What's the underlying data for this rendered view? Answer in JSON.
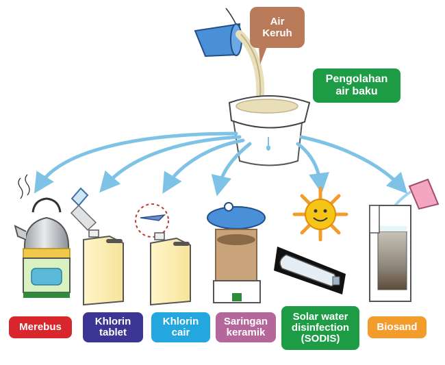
{
  "source_box": {
    "line1": "Air",
    "line2": "Keruh",
    "color": "#b97a5a"
  },
  "title_box": {
    "line1": "Pengolahan",
    "line2": "air baku",
    "color": "#1e9b45"
  },
  "arrow_color": "#7ec3e6",
  "methods": [
    {
      "id": "merebus",
      "line1": "Merebus",
      "line2": "",
      "line3": "",
      "color": "#d7262c"
    },
    {
      "id": "khlorin-tablet",
      "line1": "Khlorin",
      "line2": "tablet",
      "line3": "",
      "color": "#3b3593"
    },
    {
      "id": "khlorin-cair",
      "line1": "Khlorin",
      "line2": "cair",
      "line3": "",
      "color": "#24a6df"
    },
    {
      "id": "saringan-keramik",
      "line1": "Saringan",
      "line2": "keramik",
      "line3": "",
      "color": "#b5669b"
    },
    {
      "id": "sodis",
      "line1": "Solar water",
      "line2": "disinfection",
      "line3": "(SODIS)",
      "color": "#1e9b45"
    },
    {
      "id": "biosand",
      "line1": "Biosand",
      "line2": "",
      "line3": "",
      "color": "#f29c2b"
    }
  ]
}
